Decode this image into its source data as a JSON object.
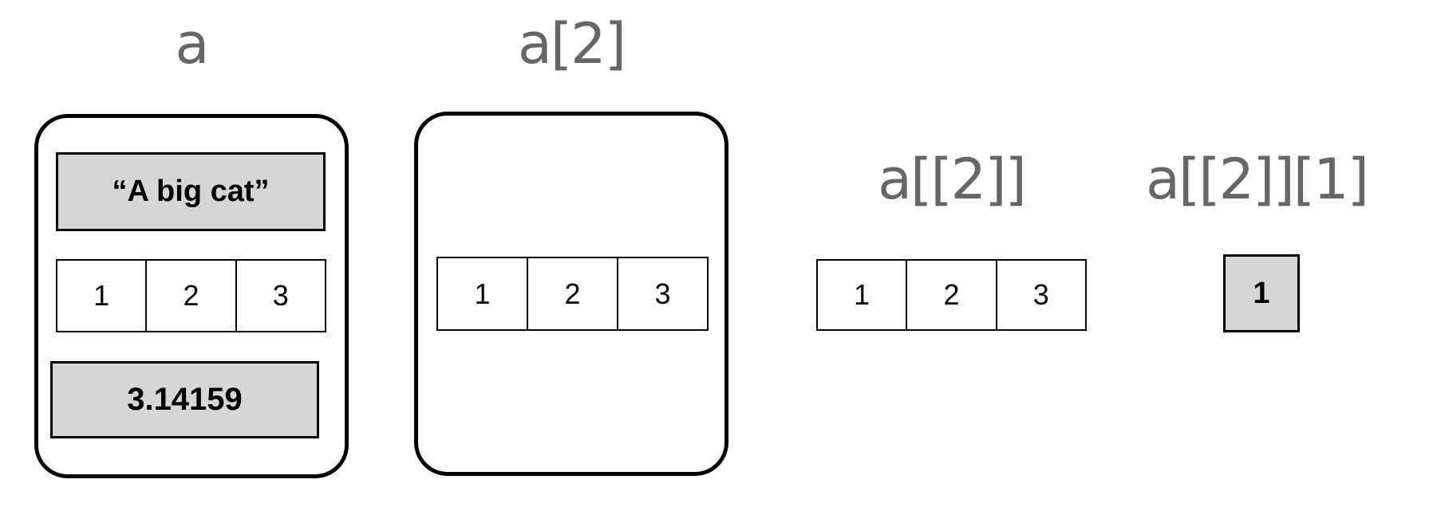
{
  "colors": {
    "background": "#ffffff",
    "label_gray": "#666666",
    "box_fill_gray": "#d6d6d6",
    "border_black": "#000000"
  },
  "panels": [
    {
      "label": "a",
      "contents": {
        "string_item": "“A big cat”",
        "vector_item": [
          "1",
          "2",
          "3"
        ],
        "number_item": "3.14159"
      }
    },
    {
      "label": "a[2]",
      "contents": {
        "vector_item": [
          "1",
          "2",
          "3"
        ]
      }
    },
    {
      "label": "a[[2]]",
      "contents": {
        "vector_item": [
          "1",
          "2",
          "3"
        ]
      }
    },
    {
      "label": "a[[2]][1]",
      "contents": {
        "scalar_item": "1"
      }
    }
  ]
}
